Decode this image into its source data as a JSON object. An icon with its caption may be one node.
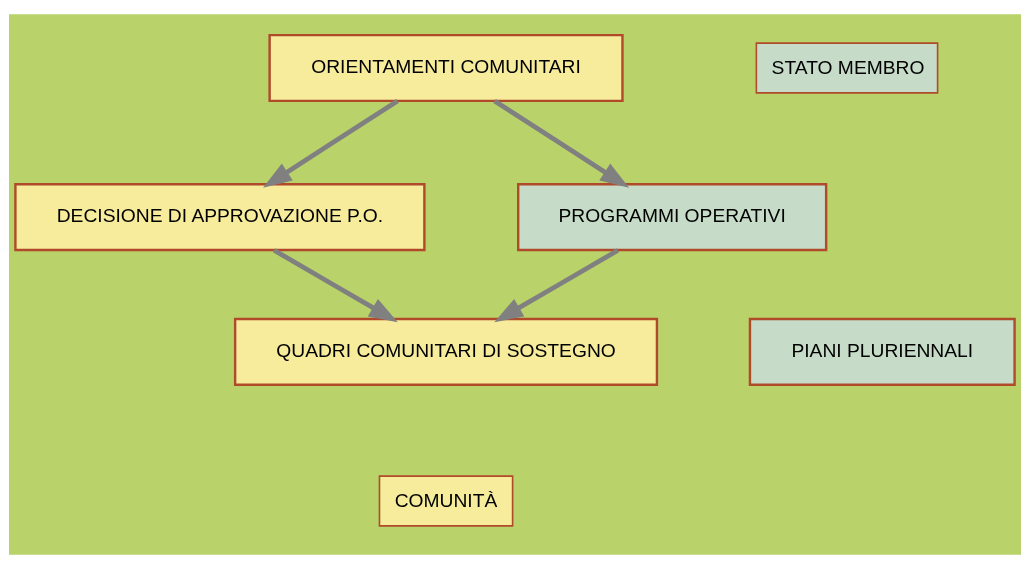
{
  "diagram": {
    "nodes": [
      {
        "text": [
          "ORIENTAMENTI COMUNITARI"
        ]
      },
      {
        "text": [
          "DECISIONE DI APPROVAZIONE P.O."
        ]
      },
      {
        "text": [
          "PROGRAMMI OPERATIVI"
        ]
      },
      {
        "text": [
          "QUADRI COMUNITARI DI SOSTEGNO"
        ]
      },
      {
        "text": [
          "PIANI PLURIENNALI"
        ]
      }
    ],
    "edges": [
      {
        "from": 0,
        "to": 1,
        "arrow": "to"
      },
      {
        "from": 0,
        "to": 2,
        "arrow": "to"
      },
      {
        "from": 1,
        "to": 3,
        "arrow": "to"
      },
      {
        "from": 2,
        "to": 3,
        "arrow": "to"
      }
    ],
    "legend": [
      {
        "text": "STATO MEMBRO",
        "color": "#c6dcc8"
      },
      {
        "text": "COMUNITÀ",
        "color": "#f6ec9c"
      }
    ]
  }
}
